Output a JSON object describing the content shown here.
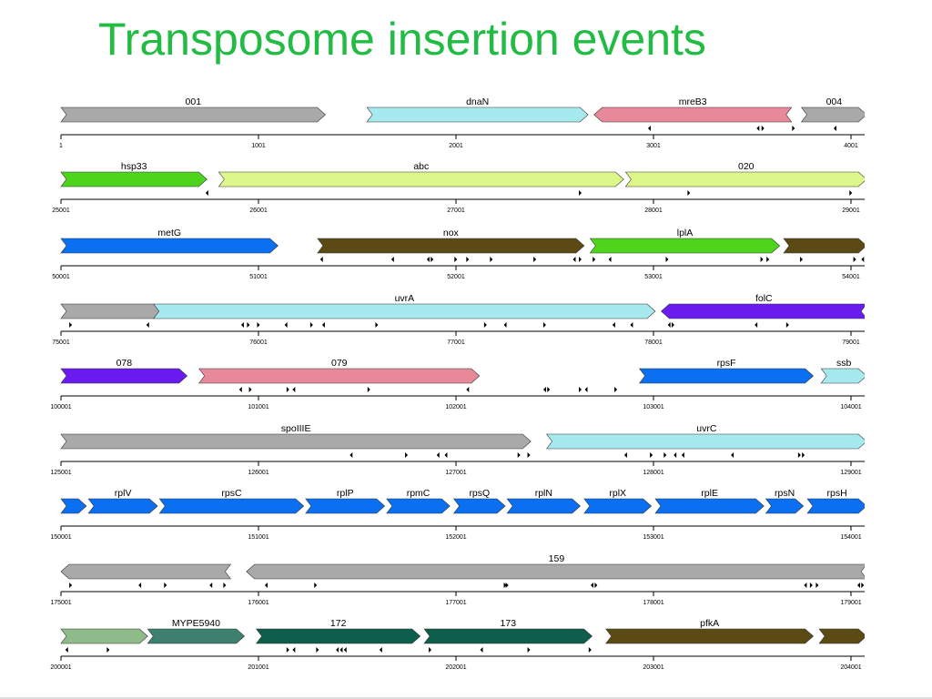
{
  "title": "Transposome insertion events",
  "colors": {
    "title": "#22bb44",
    "gray": "#a9a9a9",
    "cyan": "#a6e9ef",
    "pink": "#e8899a",
    "green": "#4fd41c",
    "yellowgreen": "#ddf78a",
    "blue": "#0a6ff0",
    "olive": "#5c4a14",
    "purple": "#6a1cf0",
    "sage": "#8fbb8a",
    "teal": "#3e8070",
    "darkteal": "#0e5e4e"
  },
  "tracks": [
    {
      "tick_labels": [
        "1",
        "1001",
        "2001",
        "3001",
        "4001"
      ],
      "genes": [
        {
          "label": "001",
          "start": 1,
          "end": 1340,
          "strand": "+",
          "color": "gray"
        },
        {
          "label": "dnaN",
          "start": 1550,
          "end": 2670,
          "strand": "+",
          "color": "cyan"
        },
        {
          "label": "mreB3",
          "start": 2700,
          "end": 3700,
          "strand": "-",
          "color": "pink"
        },
        {
          "label": "004",
          "start": 3750,
          "end": 4080,
          "strand": "+",
          "color": "gray"
        }
      ],
      "insertions": [
        {
          "pos": 2980,
          "dir": "-"
        },
        {
          "pos": 3530,
          "dir": "-"
        },
        {
          "pos": 3555,
          "dir": "+"
        },
        {
          "pos": 3710,
          "dir": "+"
        },
        {
          "pos": 3920,
          "dir": "-"
        }
      ]
    },
    {
      "tick_labels": [
        "25001",
        "26001",
        "27001",
        "28001",
        "29001"
      ],
      "genes": [
        {
          "label": "hsp33",
          "start": 25001,
          "end": 25740,
          "strand": "+",
          "color": "green"
        },
        {
          "label": "abc",
          "start": 25800,
          "end": 27850,
          "strand": "+",
          "color": "yellowgreen"
        },
        {
          "label": "020",
          "start": 27860,
          "end": 29080,
          "strand": "+",
          "color": "yellowgreen"
        }
      ],
      "insertions": [
        {
          "pos": 25740,
          "dir": "-"
        },
        {
          "pos": 27630,
          "dir": "+"
        },
        {
          "pos": 28180,
          "dir": "+"
        },
        {
          "pos": 29000,
          "dir": "+"
        }
      ]
    },
    {
      "tick_labels": [
        "50001",
        "51001",
        "52001",
        "53001",
        "54001"
      ],
      "genes": [
        {
          "label": "metG",
          "start": 50001,
          "end": 51100,
          "strand": "+",
          "color": "blue"
        },
        {
          "label": "nox",
          "start": 51300,
          "end": 52650,
          "strand": "+",
          "color": "olive"
        },
        {
          "label": "lplA",
          "start": 52680,
          "end": 53640,
          "strand": "+",
          "color": "green"
        },
        {
          "label": "",
          "start": 53660,
          "end": 54080,
          "strand": "+",
          "color": "olive"
        }
      ],
      "insertions": [
        {
          "pos": 51320,
          "dir": "-"
        },
        {
          "pos": 51680,
          "dir": "-"
        },
        {
          "pos": 51860,
          "dir": "-"
        },
        {
          "pos": 51880,
          "dir": "+"
        },
        {
          "pos": 52000,
          "dir": "+"
        },
        {
          "pos": 52060,
          "dir": "+"
        },
        {
          "pos": 52180,
          "dir": "+"
        },
        {
          "pos": 52400,
          "dir": "+"
        },
        {
          "pos": 52600,
          "dir": "-"
        },
        {
          "pos": 52630,
          "dir": "+"
        },
        {
          "pos": 52700,
          "dir": "+"
        },
        {
          "pos": 52780,
          "dir": "-"
        },
        {
          "pos": 53070,
          "dir": "+"
        },
        {
          "pos": 53550,
          "dir": "+"
        },
        {
          "pos": 53580,
          "dir": "+"
        },
        {
          "pos": 53750,
          "dir": "+"
        },
        {
          "pos": 54020,
          "dir": "+"
        },
        {
          "pos": 54060,
          "dir": "-"
        }
      ]
    },
    {
      "tick_labels": [
        "75001",
        "76001",
        "77001",
        "78001",
        "79001"
      ],
      "genes": [
        {
          "label": "",
          "start": 75001,
          "end": 75510,
          "strand": "+",
          "color": "gray"
        },
        {
          "label": "uvrA",
          "start": 75470,
          "end": 78010,
          "strand": "+",
          "color": "cyan"
        },
        {
          "label": "folC",
          "start": 78040,
          "end": 79080,
          "strand": "-",
          "color": "purple"
        }
      ],
      "insertions": [
        {
          "pos": 75050,
          "dir": "+"
        },
        {
          "pos": 75440,
          "dir": "-"
        },
        {
          "pos": 75920,
          "dir": "-"
        },
        {
          "pos": 75950,
          "dir": "+"
        },
        {
          "pos": 76001,
          "dir": "+"
        },
        {
          "pos": 76140,
          "dir": "-"
        },
        {
          "pos": 76270,
          "dir": "+"
        },
        {
          "pos": 76330,
          "dir": "-"
        },
        {
          "pos": 76600,
          "dir": "+"
        },
        {
          "pos": 77150,
          "dir": "+"
        },
        {
          "pos": 77250,
          "dir": "-"
        },
        {
          "pos": 77450,
          "dir": "+"
        },
        {
          "pos": 77800,
          "dir": "-"
        },
        {
          "pos": 77890,
          "dir": "-"
        },
        {
          "pos": 78080,
          "dir": "-"
        },
        {
          "pos": 78100,
          "dir": "+"
        },
        {
          "pos": 78520,
          "dir": "-"
        },
        {
          "pos": 78680,
          "dir": "+"
        }
      ]
    },
    {
      "tick_labels": [
        "100001",
        "101001",
        "102001",
        "103001",
        "104001"
      ],
      "genes": [
        {
          "label": "078",
          "start": 100001,
          "end": 100640,
          "strand": "+",
          "color": "purple"
        },
        {
          "label": "079",
          "start": 100700,
          "end": 102120,
          "strand": "+",
          "color": "pink"
        },
        {
          "label": "rpsF",
          "start": 102930,
          "end": 103810,
          "strand": "+",
          "color": "blue"
        },
        {
          "label": "ssb",
          "start": 103850,
          "end": 104080,
          "strand": "+",
          "color": "cyan"
        }
      ],
      "insertions": [
        {
          "pos": 100910,
          "dir": "-"
        },
        {
          "pos": 100960,
          "dir": "+"
        },
        {
          "pos": 101150,
          "dir": "+"
        },
        {
          "pos": 101180,
          "dir": "-"
        },
        {
          "pos": 101560,
          "dir": "+"
        },
        {
          "pos": 102060,
          "dir": "-"
        },
        {
          "pos": 102450,
          "dir": "-"
        },
        {
          "pos": 102470,
          "dir": "+"
        },
        {
          "pos": 102630,
          "dir": "+"
        },
        {
          "pos": 102660,
          "dir": "-"
        },
        {
          "pos": 102810,
          "dir": "+"
        }
      ]
    },
    {
      "tick_labels": [
        "125001",
        "126001",
        "127001",
        "128001",
        "129001"
      ],
      "genes": [
        {
          "label": "spoIIIE",
          "start": 125001,
          "end": 127380,
          "strand": "+",
          "color": "gray"
        },
        {
          "label": "uvrC",
          "start": 127460,
          "end": 129080,
          "strand": "+",
          "color": "cyan"
        }
      ],
      "insertions": [
        {
          "pos": 126470,
          "dir": "-"
        },
        {
          "pos": 126750,
          "dir": "+"
        },
        {
          "pos": 126910,
          "dir": "-"
        },
        {
          "pos": 126950,
          "dir": "-"
        },
        {
          "pos": 127320,
          "dir": "+"
        },
        {
          "pos": 127370,
          "dir": "+"
        },
        {
          "pos": 127860,
          "dir": "-"
        },
        {
          "pos": 127990,
          "dir": "+"
        },
        {
          "pos": 128060,
          "dir": "+"
        },
        {
          "pos": 128110,
          "dir": "-"
        },
        {
          "pos": 128150,
          "dir": "-"
        },
        {
          "pos": 128400,
          "dir": "-"
        },
        {
          "pos": 128740,
          "dir": "+"
        },
        {
          "pos": 128760,
          "dir": "+"
        }
      ]
    },
    {
      "tick_labels": [
        "150001",
        "151001",
        "152001",
        "153001",
        "154001"
      ],
      "genes": [
        {
          "label": "",
          "start": 150001,
          "end": 150130,
          "strand": "+",
          "color": "blue"
        },
        {
          "label": "rplV",
          "start": 150140,
          "end": 150490,
          "strand": "+",
          "color": "blue"
        },
        {
          "label": "rpsC",
          "start": 150500,
          "end": 151230,
          "strand": "+",
          "color": "blue"
        },
        {
          "label": "rplP",
          "start": 151240,
          "end": 151640,
          "strand": "+",
          "color": "blue"
        },
        {
          "label": "rpmC",
          "start": 151650,
          "end": 151970,
          "strand": "+",
          "color": "blue"
        },
        {
          "label": "rpsQ",
          "start": 151990,
          "end": 152250,
          "strand": "+",
          "color": "blue"
        },
        {
          "label": "rplN",
          "start": 152260,
          "end": 152630,
          "strand": "+",
          "color": "blue"
        },
        {
          "label": "rplX",
          "start": 152650,
          "end": 152990,
          "strand": "+",
          "color": "blue"
        },
        {
          "label": "rplE",
          "start": 153010,
          "end": 153560,
          "strand": "+",
          "color": "blue"
        },
        {
          "label": "rpsN",
          "start": 153570,
          "end": 153760,
          "strand": "+",
          "color": "blue"
        },
        {
          "label": "rpsH",
          "start": 153780,
          "end": 154080,
          "strand": "+",
          "color": "blue"
        }
      ],
      "insertions": []
    },
    {
      "tick_labels": [
        "175001",
        "176001",
        "177001",
        "178001",
        "179001"
      ],
      "genes": [
        {
          "label": "",
          "start": 175001,
          "end": 175860,
          "strand": "-",
          "color": "gray"
        },
        {
          "label": "159",
          "start": 175940,
          "end": 179080,
          "strand": "-",
          "color": "gray"
        }
      ],
      "insertions": [
        {
          "pos": 175050,
          "dir": "+"
        },
        {
          "pos": 175400,
          "dir": "-"
        },
        {
          "pos": 175530,
          "dir": "+"
        },
        {
          "pos": 175760,
          "dir": "-"
        },
        {
          "pos": 175830,
          "dir": "+"
        },
        {
          "pos": 176040,
          "dir": "-"
        },
        {
          "pos": 176290,
          "dir": "+"
        },
        {
          "pos": 177250,
          "dir": "+"
        },
        {
          "pos": 177260,
          "dir": "+"
        },
        {
          "pos": 177690,
          "dir": "-"
        },
        {
          "pos": 177710,
          "dir": "+"
        },
        {
          "pos": 178770,
          "dir": "-"
        },
        {
          "pos": 178800,
          "dir": "+"
        },
        {
          "pos": 178830,
          "dir": "+"
        },
        {
          "pos": 179040,
          "dir": "-"
        },
        {
          "pos": 179060,
          "dir": "+"
        }
      ]
    },
    {
      "tick_labels": [
        "200001",
        "201001",
        "202001",
        "203001",
        "204001"
      ],
      "genes": [
        {
          "label": "",
          "start": 200001,
          "end": 200440,
          "strand": "+",
          "color": "sage"
        },
        {
          "label": "MYPE5940",
          "start": 200440,
          "end": 200930,
          "strand": "+",
          "color": "teal"
        },
        {
          "label": "172",
          "start": 200990,
          "end": 201820,
          "strand": "+",
          "color": "darkteal"
        },
        {
          "label": "173",
          "start": 201840,
          "end": 202690,
          "strand": "+",
          "color": "darkteal"
        },
        {
          "label": "pfkA",
          "start": 202760,
          "end": 203810,
          "strand": "+",
          "color": "olive"
        },
        {
          "label": "",
          "start": 203840,
          "end": 204080,
          "strand": "+",
          "color": "olive"
        }
      ],
      "insertions": [
        {
          "pos": 200030,
          "dir": "-"
        },
        {
          "pos": 200240,
          "dir": "+"
        },
        {
          "pos": 201150,
          "dir": "+"
        },
        {
          "pos": 201180,
          "dir": "-"
        },
        {
          "pos": 201300,
          "dir": "+"
        },
        {
          "pos": 201400,
          "dir": "-"
        },
        {
          "pos": 201420,
          "dir": "-"
        },
        {
          "pos": 201440,
          "dir": "-"
        },
        {
          "pos": 201620,
          "dir": "-"
        },
        {
          "pos": 201870,
          "dir": "+"
        },
        {
          "pos": 202130,
          "dir": "-"
        },
        {
          "pos": 202370,
          "dir": "+"
        },
        {
          "pos": 202680,
          "dir": "+"
        }
      ]
    }
  ]
}
